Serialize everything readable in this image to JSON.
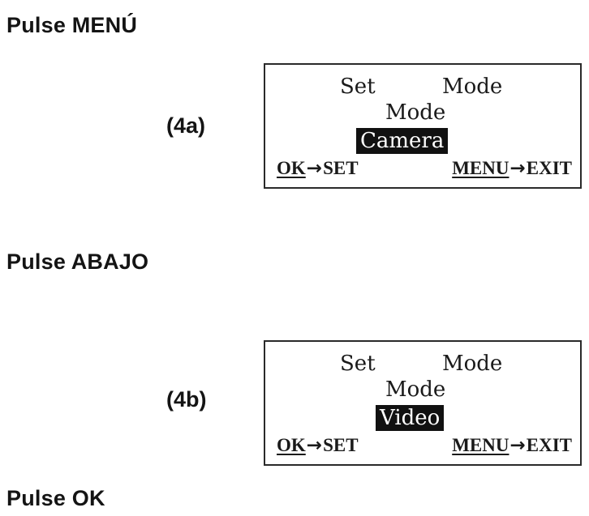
{
  "steps": [
    {
      "instruction": "Pulse MENÚ",
      "figure_label": "(4a)",
      "screen": {
        "title_left": "Set",
        "title_right": "Mode",
        "subtitle": "Mode",
        "selected_value": "Camera",
        "footer_ok_key": "OK",
        "footer_ok_action": "SET",
        "footer_menu_key": "MENU",
        "footer_menu_action": "EXIT",
        "arrow": "→"
      }
    },
    {
      "instruction": "Pulse ABAJO",
      "figure_label": "(4b)",
      "screen": {
        "title_left": "Set",
        "title_right": "Mode",
        "subtitle": "Mode",
        "selected_value": "Video",
        "footer_ok_key": "OK",
        "footer_ok_action": "SET",
        "footer_menu_key": "MENU",
        "footer_menu_action": "EXIT",
        "arrow": "→"
      }
    },
    {
      "instruction": "Pulse OK"
    }
  ],
  "colors": {
    "text": "#141414",
    "lcd_border": "#2a2a2a",
    "highlight_bg": "#111111",
    "highlight_text": "#ffffff"
  }
}
